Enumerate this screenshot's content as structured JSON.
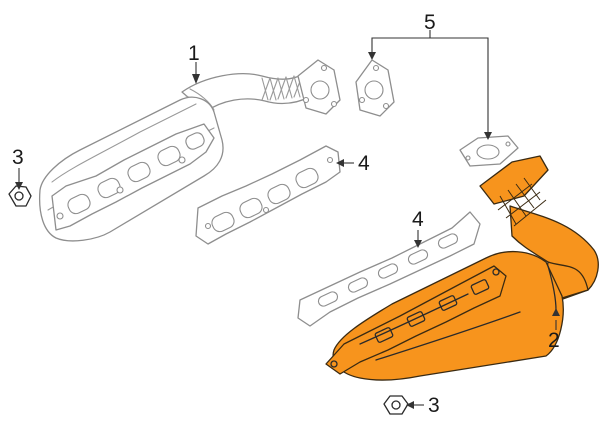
{
  "callouts": {
    "part_1": "1",
    "part_2": "2",
    "part_3_upper": "3",
    "part_3_lower": "3",
    "part_4_upper": "4",
    "part_4_lower": "4",
    "part_5": "5"
  },
  "colors": {
    "highlight": "#f7941d",
    "highlight_stroke": "#3a2a12",
    "ghost_line": "#8e8e8e",
    "ink": "#1a1a1a",
    "background": "#ffffff"
  }
}
